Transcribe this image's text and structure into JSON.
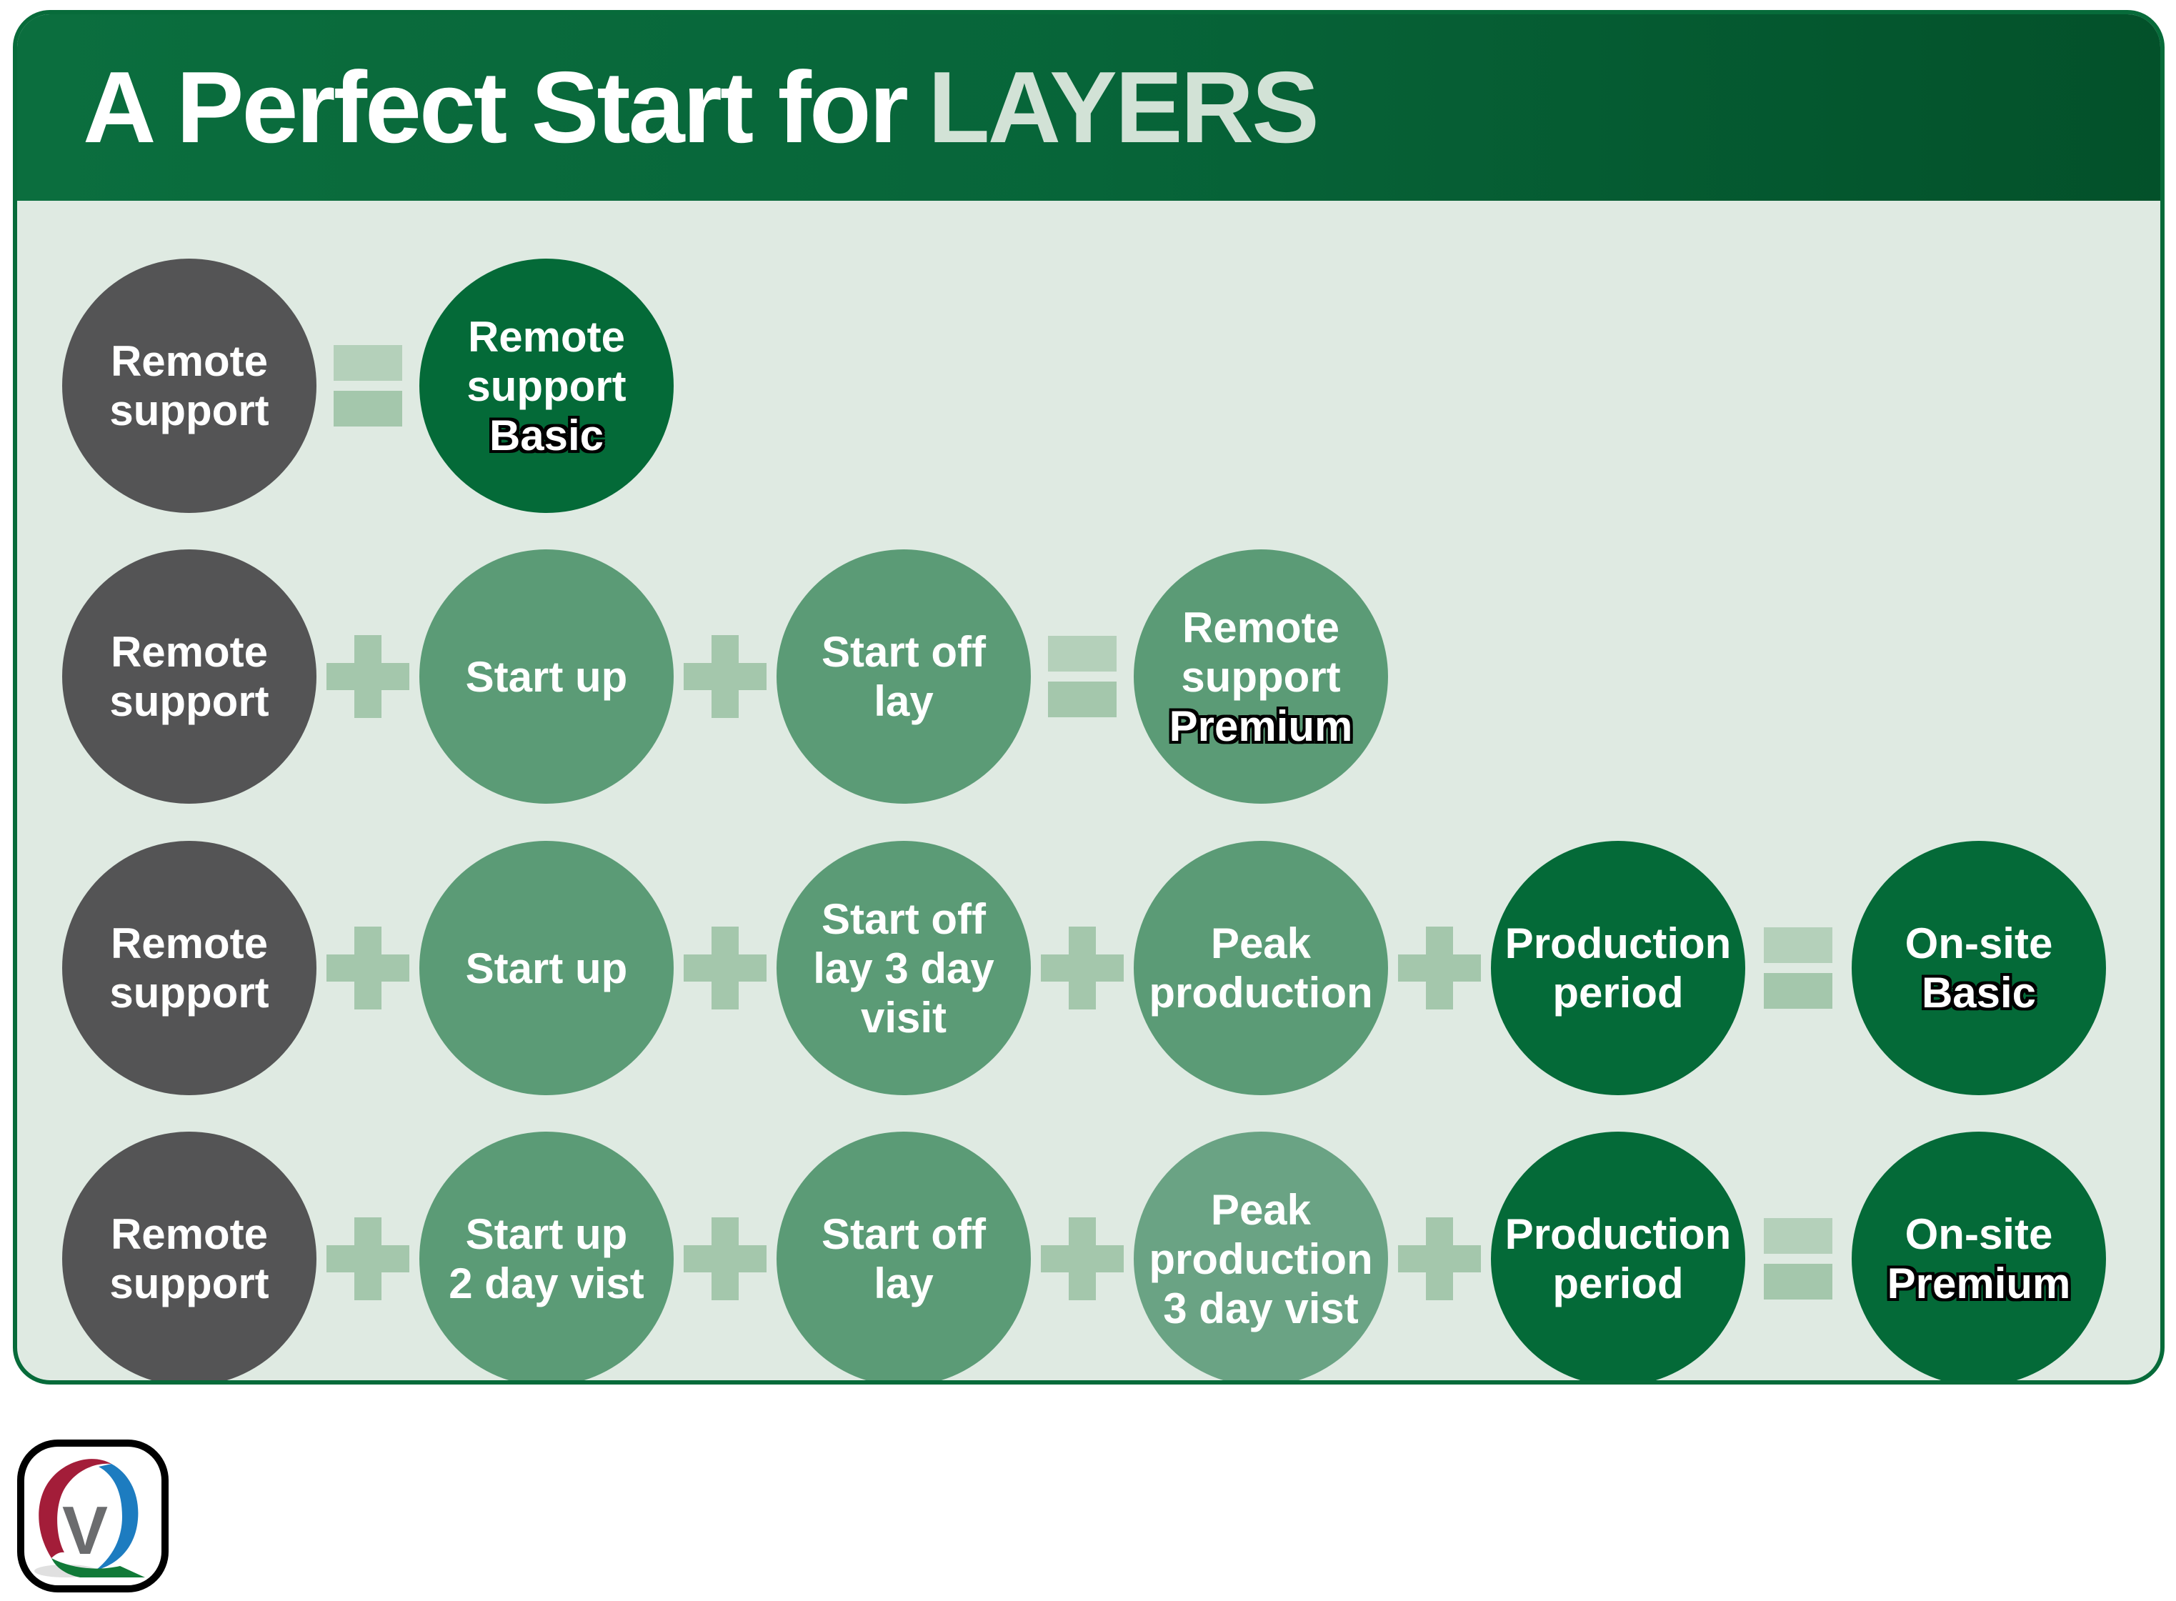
{
  "title": {
    "prefix": "A Perfect Start for",
    "accent": "LAYERS"
  },
  "colors": {
    "page_bg": "#ffffff",
    "panel_border": "#076b3a",
    "header_left": "#0b6e3e",
    "header_mid": "#076539",
    "header_right": "#03512a",
    "body_bg": "#dfeae2",
    "title_text": "#ffffff",
    "title_accent": "#d2e2d6",
    "operator": "#a4c7ac",
    "operator_light": "#b4d0ba",
    "circle_gray": "#545455",
    "circle_dark": "#046a38",
    "circle_mid": "#5b9b76",
    "circle_mid_light": "#6aa384",
    "logo_red": "#a31d39",
    "logo_blue": "#1d7cc0",
    "logo_green": "#117a38",
    "logo_letter_gray": "#6b6c6e"
  },
  "rows": [
    {
      "circles": [
        {
          "tone": "gray",
          "label": "Remote\nsupport"
        },
        {
          "tone": "dark",
          "label": "Remote\nsupport",
          "highlight": "Basic"
        }
      ],
      "operators": [
        "equals"
      ]
    },
    {
      "circles": [
        {
          "tone": "gray",
          "label": "Remote\nsupport"
        },
        {
          "tone": "mid",
          "label": "Start up"
        },
        {
          "tone": "mid",
          "label": "Start off\nlay"
        },
        {
          "tone": "mid",
          "label": "Remote\nsupport",
          "highlight": "Premium"
        }
      ],
      "operators": [
        "plus",
        "plus",
        "equals"
      ]
    },
    {
      "circles": [
        {
          "tone": "gray",
          "label": "Remote\nsupport"
        },
        {
          "tone": "mid",
          "label": "Start up"
        },
        {
          "tone": "mid",
          "label": "Start off\nlay 3 day\nvisit"
        },
        {
          "tone": "mid",
          "label": "Peak\nproduction"
        },
        {
          "tone": "dark",
          "label": "Production\nperiod"
        },
        {
          "tone": "dark",
          "label": "On-site",
          "highlight": "Basic"
        }
      ],
      "operators": [
        "plus",
        "plus",
        "plus",
        "plus",
        "equals"
      ]
    },
    {
      "circles": [
        {
          "tone": "gray",
          "label": "Remote\nsupport"
        },
        {
          "tone": "mid",
          "label": "Start up\n2 day vist"
        },
        {
          "tone": "mid",
          "label": "Start off\nlay"
        },
        {
          "tone": "mid_light",
          "label": "Peak\nproduction\n3 day vist"
        },
        {
          "tone": "dark",
          "label": "Production\nperiod"
        },
        {
          "tone": "dark",
          "label": "On-site",
          "highlight": "Premium"
        }
      ],
      "operators": [
        "plus",
        "plus",
        "plus",
        "plus",
        "equals"
      ]
    }
  ],
  "logo": {
    "letter": "V"
  }
}
